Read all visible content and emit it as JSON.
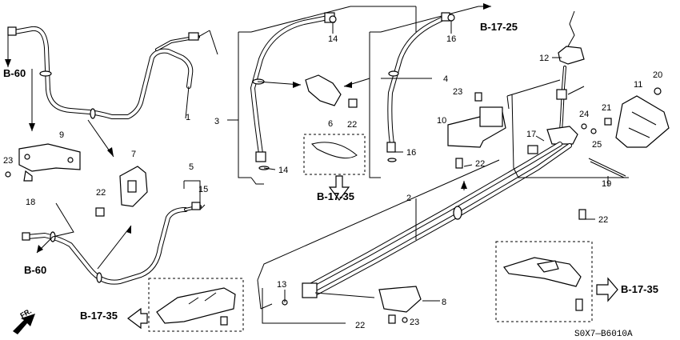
{
  "diagram_code": "S0X7—B6010A",
  "front_label": "FR.",
  "references": {
    "b60_top": "B-60",
    "b60_bottom": "B-60",
    "b1725": "B-17-25",
    "b1735_center": "B-17-35",
    "b1735_bottom_left": "B-17-35",
    "b1735_right": "B-17-35"
  },
  "callouts": {
    "c1": "1",
    "c2": "2",
    "c3": "3",
    "c4": "4",
    "c5": "5",
    "c6": "6",
    "c7": "7",
    "c8": "8",
    "c9": "9",
    "c10": "10",
    "c11": "11",
    "c12": "12",
    "c13": "13",
    "c14a": "14",
    "c14b": "14",
    "c15": "15",
    "c16a": "16",
    "c16b": "16",
    "c17": "17",
    "c18": "18",
    "c19": "19",
    "c20": "20",
    "c21": "21",
    "c22a": "22",
    "c22b": "22",
    "c22c": "22",
    "c22d": "22",
    "c22e": "22",
    "c23a": "23",
    "c23b": "23",
    "c23c": "23",
    "c24": "24",
    "c25": "25"
  }
}
